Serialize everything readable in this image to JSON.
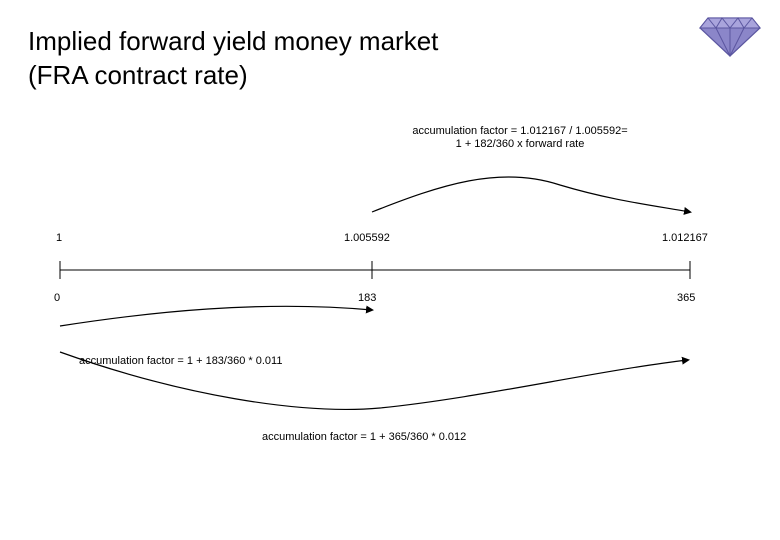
{
  "title": {
    "line1": "Implied forward yield money market",
    "line2": "(FRA contract rate)"
  },
  "logo": {
    "icon": "diamond-icon",
    "color": "#8b86c9"
  },
  "timeline": {
    "accumulation_values": [
      "1",
      "1.005592",
      "1.012167"
    ],
    "time_points": [
      "0",
      "183",
      "365"
    ]
  },
  "annotations": {
    "forward_factor_line1": "accumulation factor = 1.012167 / 1.005592=",
    "forward_factor_line2": "1 + 182/360 x  forward rate",
    "short_factor": "accumulation factor =  1 + 183/360 * 0.011",
    "long_factor": "accumulation factor = 1 + 365/360 * 0.012"
  }
}
